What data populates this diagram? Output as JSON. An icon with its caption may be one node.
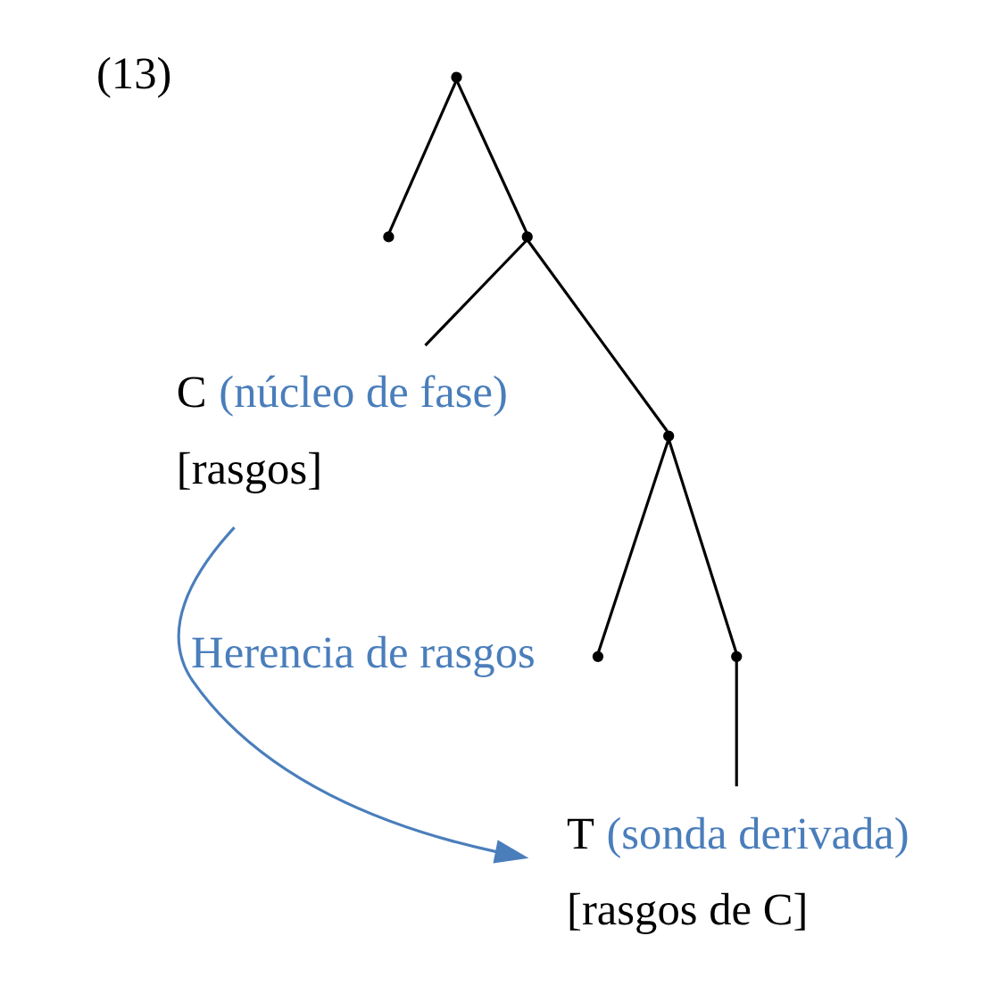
{
  "diagram": {
    "nodes": [
      {
        "text": [],
        "shape": "point"
      },
      {
        "text": [],
        "shape": "point"
      },
      {
        "text": [],
        "shape": "point"
      },
      {
        "text": [
          "C",
          "(núcleo de fase)",
          "[rasgos]"
        ]
      },
      {
        "text": [],
        "shape": "point"
      },
      {
        "text": [],
        "shape": "point"
      },
      {
        "text": [],
        "shape": "point"
      },
      {
        "text": [
          "T",
          "(sonda derivada)",
          "[rasgos de C]"
        ]
      }
    ],
    "edges": [
      {
        "from": 0,
        "to": 1,
        "arrow": "none"
      },
      {
        "from": 0,
        "to": 2,
        "arrow": "none"
      },
      {
        "from": 2,
        "to": 3,
        "arrow": "none"
      },
      {
        "from": 2,
        "to": 4,
        "arrow": "none"
      },
      {
        "from": 4,
        "to": 5,
        "arrow": "none"
      },
      {
        "from": 4,
        "to": 6,
        "arrow": "none"
      },
      {
        "from": 6,
        "to": 7,
        "arrow": "none"
      },
      {
        "from": 3,
        "to": 7,
        "arrow": "to",
        "label": "Herencia de rasgos",
        "color": "#4a7ebb"
      }
    ],
    "labels": [
      "(13)"
    ]
  }
}
